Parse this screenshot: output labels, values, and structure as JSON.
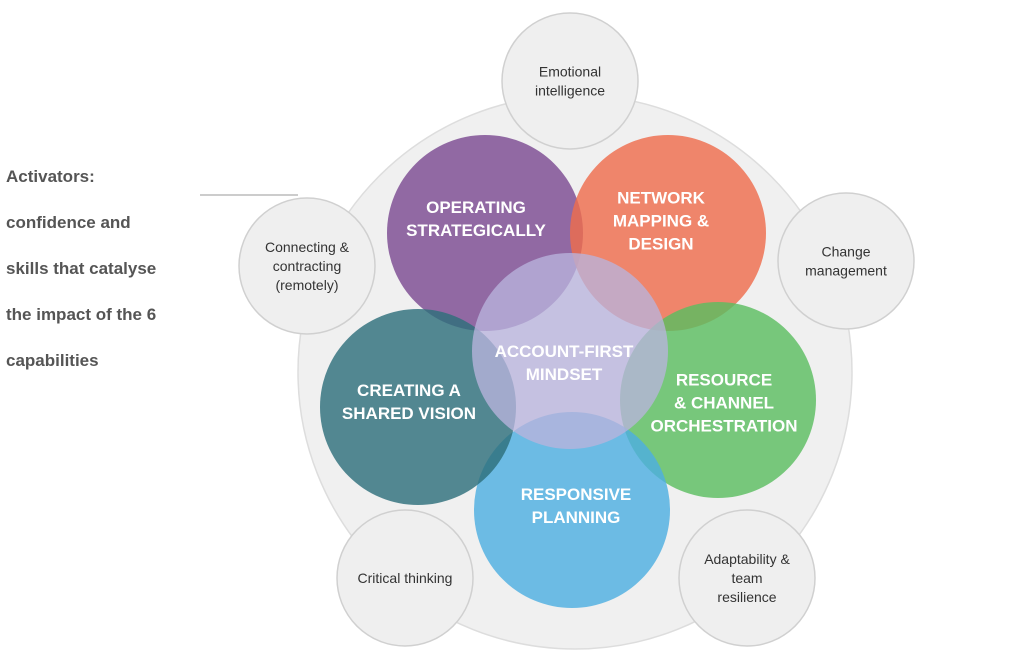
{
  "callout": {
    "lines": [
      "Activators:",
      "confidence and",
      "skills that catalyse",
      "the impact of the 6",
      "capabilities"
    ]
  },
  "activators": [
    {
      "name": "activator-emotional-intelligence",
      "lines": [
        "Emotional",
        "intelligence"
      ]
    },
    {
      "name": "activator-change-management",
      "lines": [
        "Change",
        "management"
      ]
    },
    {
      "name": "activator-adaptability",
      "lines": [
        "Adaptability &",
        "team",
        "resilience"
      ]
    },
    {
      "name": "activator-critical-thinking",
      "lines": [
        "Critical thinking"
      ]
    },
    {
      "name": "activator-connecting",
      "lines": [
        "Connecting &",
        "contracting",
        "(remotely)"
      ]
    }
  ],
  "capabilities": [
    {
      "name": "capability-operating-strategically",
      "lines": [
        "OPERATING",
        "STRATEGICALLY"
      ],
      "color": "#7b4a91"
    },
    {
      "name": "capability-network-mapping",
      "lines": [
        "NETWORK",
        "MAPPING &",
        "DESIGN"
      ],
      "color": "#ee6d4d"
    },
    {
      "name": "capability-resource-channel",
      "lines": [
        "RESOURCE",
        "& CHANNEL",
        "ORCHESTRATION"
      ],
      "color": "#5bbd60"
    },
    {
      "name": "capability-responsive-planning",
      "lines": [
        "RESPONSIVE",
        "PLANNING"
      ],
      "color": "#4eaee0"
    },
    {
      "name": "capability-shared-vision",
      "lines": [
        "CREATING A",
        "SHARED VISION"
      ],
      "color": "#2e6f7b"
    }
  ],
  "center": {
    "lines": [
      "ACCOUNT-FIRST",
      "MINDSET"
    ],
    "color": "#b9b4dc"
  },
  "colors": {
    "outer_ring": "#f0f0f0",
    "activator_fill": "#efefef",
    "activator_stroke": "#d0d0d0"
  }
}
